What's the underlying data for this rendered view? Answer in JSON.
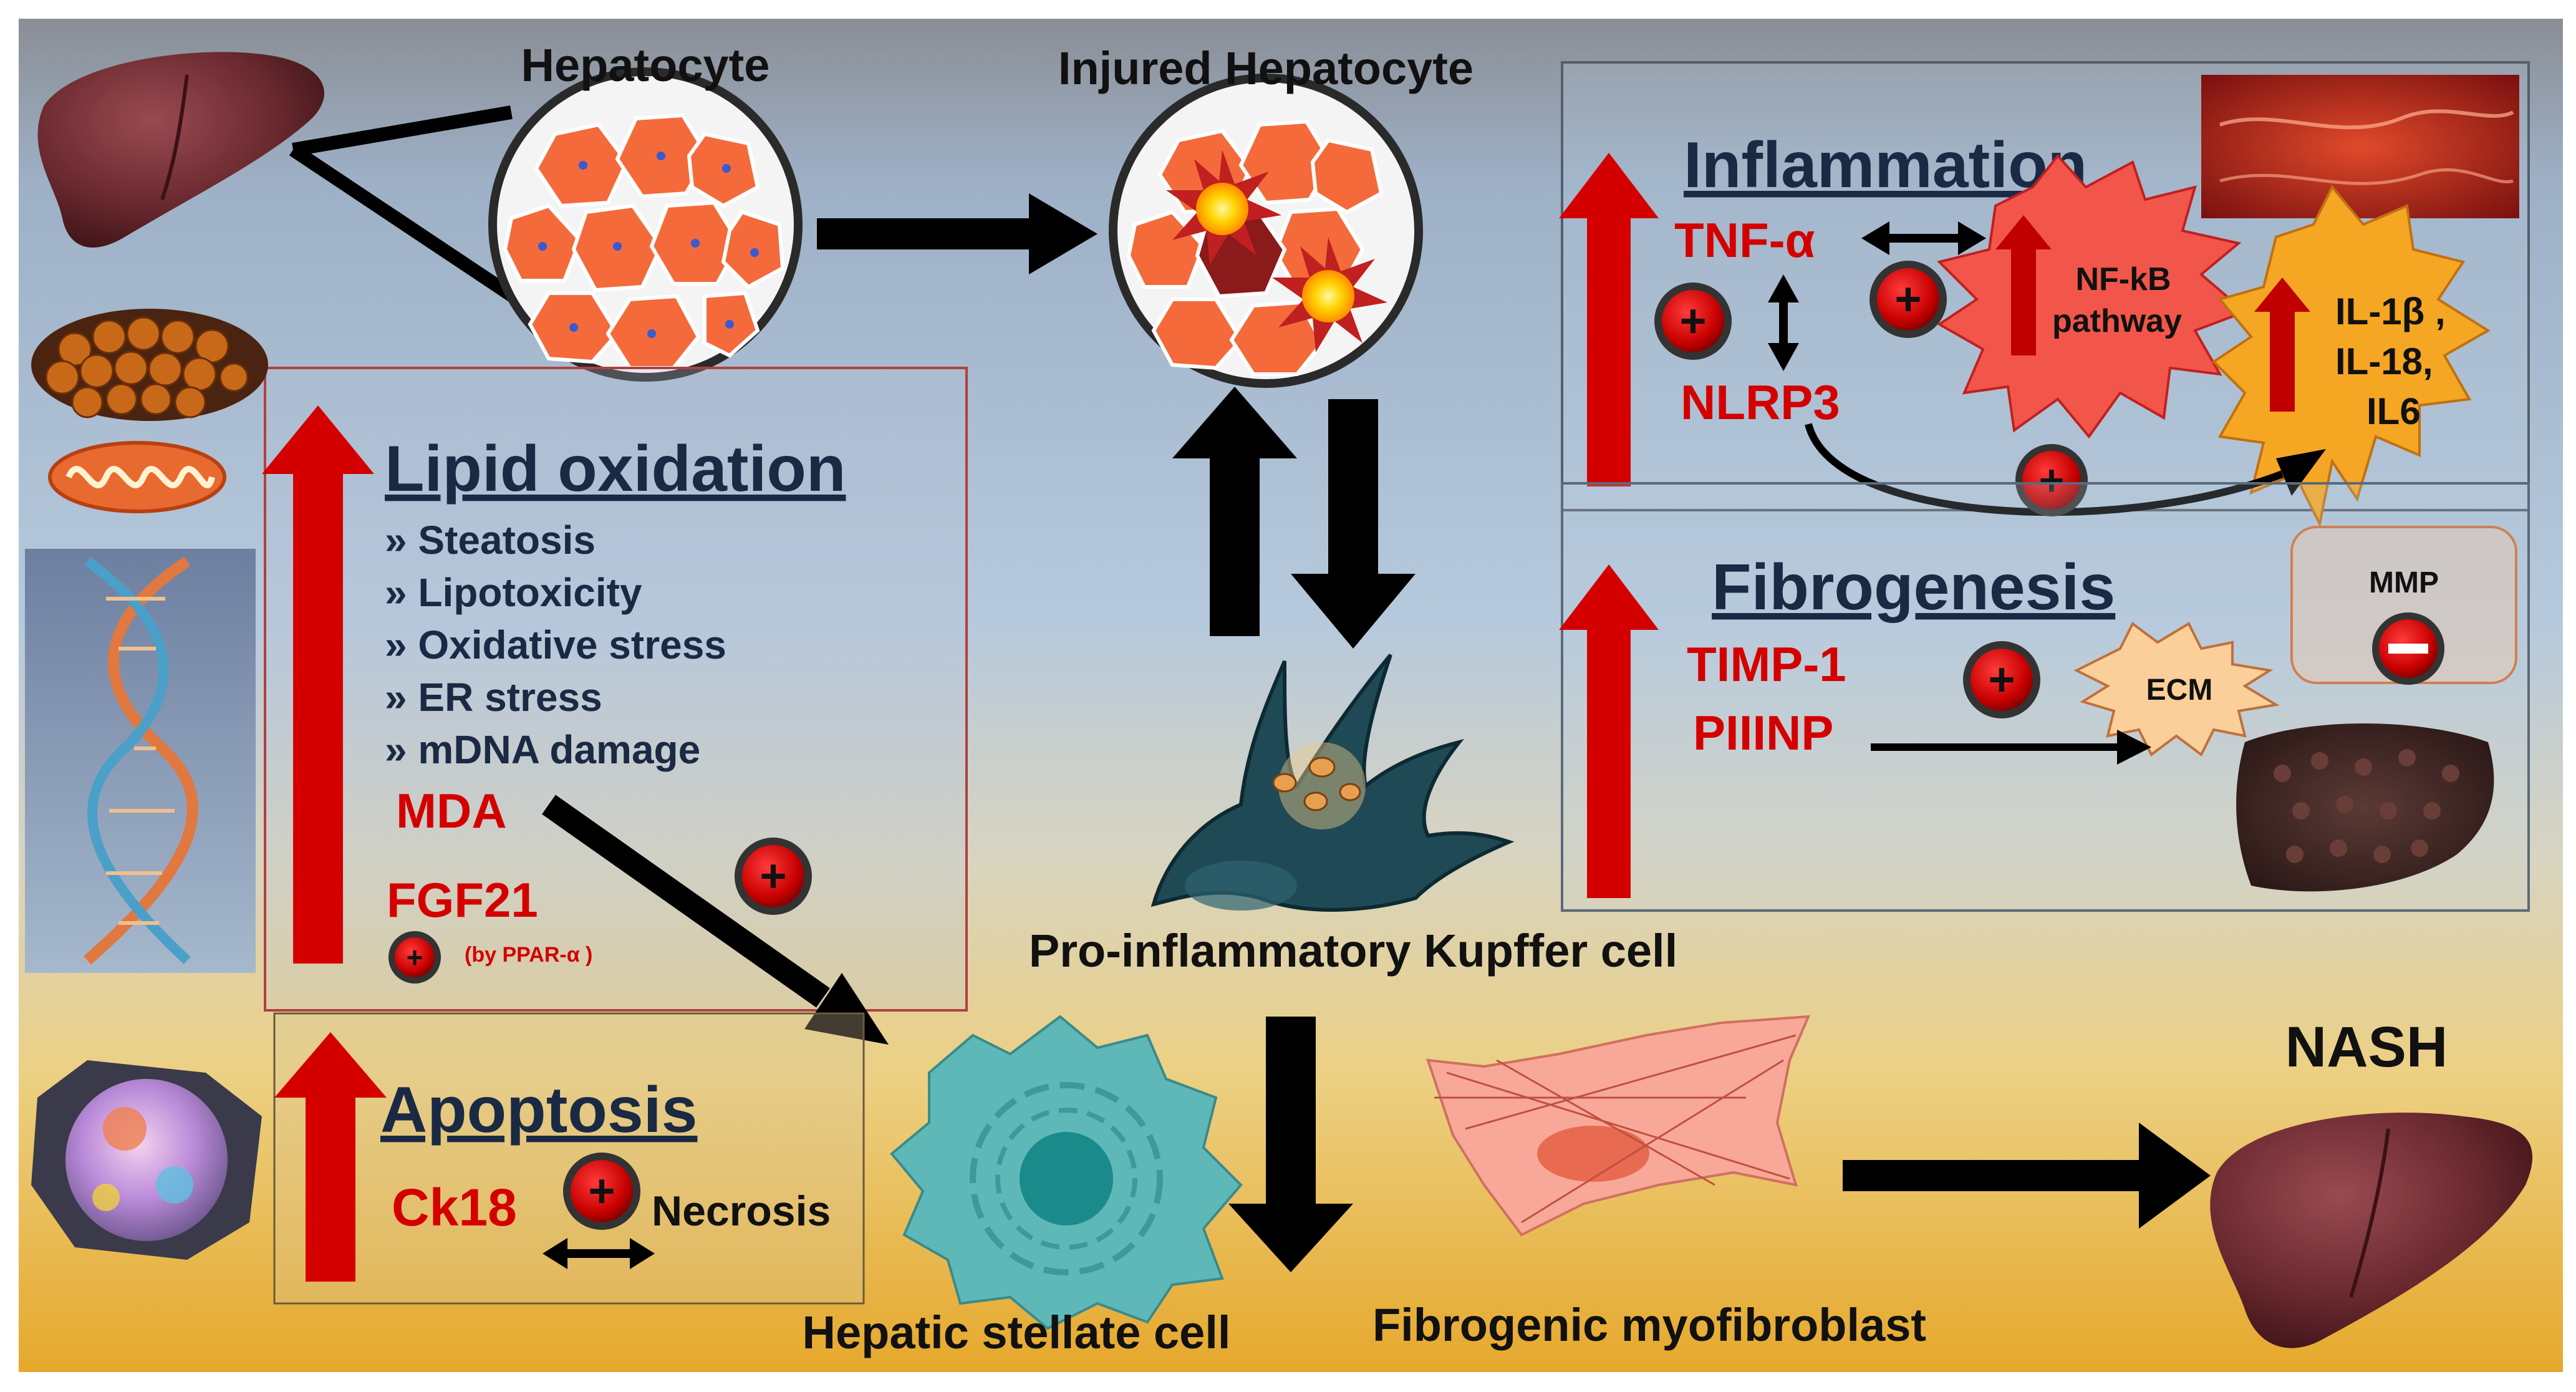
{
  "labels": {
    "hepatocyte": "Hepatocyte",
    "injured_hepatocyte": "Injured Hepatocyte",
    "kupffer": "Pro-inflammatory Kupffer cell",
    "stellate": "Hepatic stellate  cell",
    "myofibroblast": "Fibrogenic myofibroblast",
    "nash": "NASH"
  },
  "lipid": {
    "title": "Lipid oxidation",
    "items": [
      "» Steatosis",
      "» Lipotoxicity",
      "» Oxidative stress",
      "» ER stress",
      "» mDNA damage"
    ],
    "mda": "MDA",
    "fgf21": "FGF21",
    "ppar_note": "(by PPAR-α )"
  },
  "apoptosis": {
    "title": "Apoptosis",
    "ck18": "Ck18",
    "necrosis": "Necrosis"
  },
  "inflammation": {
    "title": "Inflammation",
    "tnf": "TNF-α",
    "nlrp3": "NLRP3",
    "nfkb_line1": "NF-kB",
    "nfkb_line2": "pathway",
    "il_line1": "IL-1β ,",
    "il_line2": "IL-18,",
    "il_line3": "IL6"
  },
  "fibrogenesis": {
    "title": "Fibrogenesis",
    "timp": "TIMP-1",
    "piiinp": "PIIINP",
    "ecm": "ECM",
    "mmp": "MMP"
  },
  "plus_symbol": "+",
  "colors": {
    "red_text": "#d40000",
    "up_arrow": "#d40000",
    "title_text": "#1a2a44",
    "bg_top": "#7c8fa8",
    "bg_mid": "#b8c8da",
    "bg_bottom": "#e8b23a"
  }
}
